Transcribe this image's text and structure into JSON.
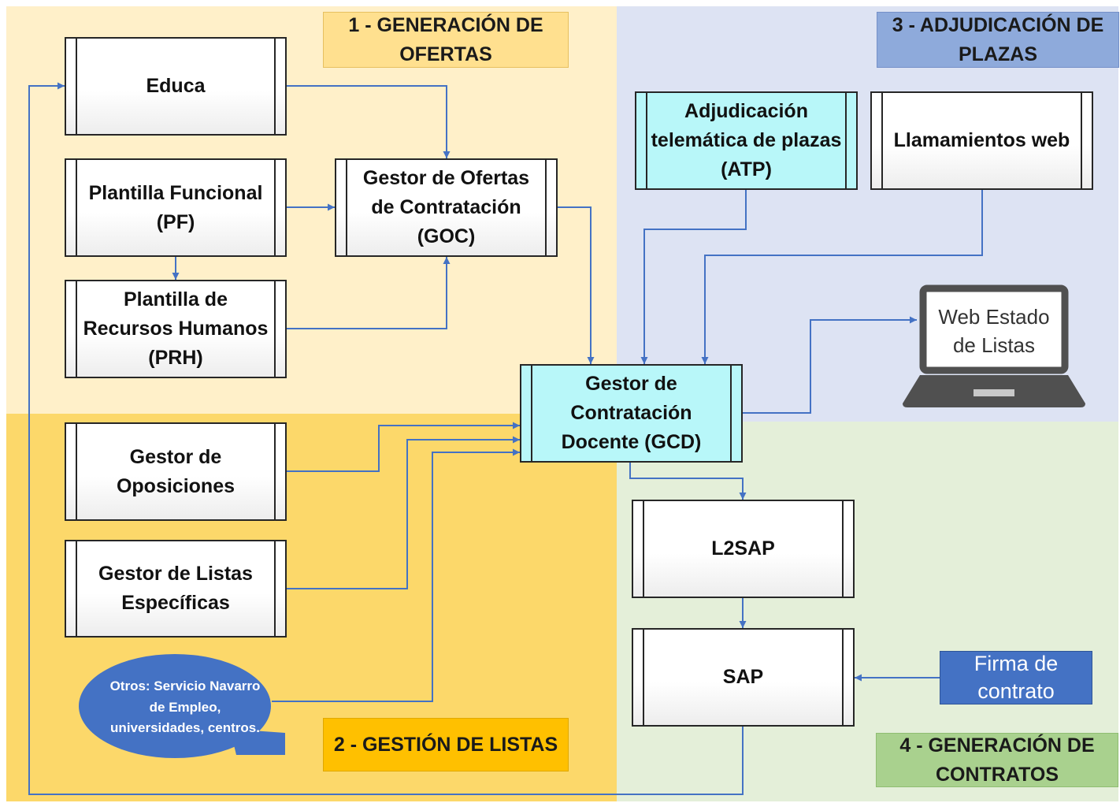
{
  "zones": {
    "generacion_ofertas": "1 - GENERACIÓN DE OFERTAS",
    "gestion_listas": "2 - GESTIÓN DE LISTAS",
    "adjudicacion_plazas": "3 - ADJUDICACIÓN DE PLAZAS",
    "generacion_contratos": "4 - GENERACIÓN DE CONTRATOS"
  },
  "systems": {
    "educa": "Educa",
    "pf": "Plantilla Funcional (PF)",
    "prh": "Plantilla de Recursos Humanos (PRH)",
    "goc": "Gestor de Ofertas de Contratación (GOC)",
    "oposiciones": "Gestor de Oposiciones",
    "listas_especificas": "Gestor de Listas Específicas",
    "gcd": "Gestor de Contratación Docente (GCD)",
    "atp": "Adjudicación telemática de plazas (ATP)",
    "llamamientos": "Llamamientos web",
    "l2sap": "L2SAP",
    "sap": "SAP"
  },
  "web_estado": "Web Estado de Listas",
  "otros": "Otros: Servicio Navarro de Empleo, universidades, centros.",
  "firma": "Firma de contrato",
  "colors": {
    "zone1": "#fff0c9",
    "zone2": "#fcd86a",
    "zone3": "#dde3f3",
    "zone4": "#e4efd9",
    "connector": "#4472c4",
    "highlight_box": "#b8f7f9",
    "bubble": "#4472c4"
  }
}
